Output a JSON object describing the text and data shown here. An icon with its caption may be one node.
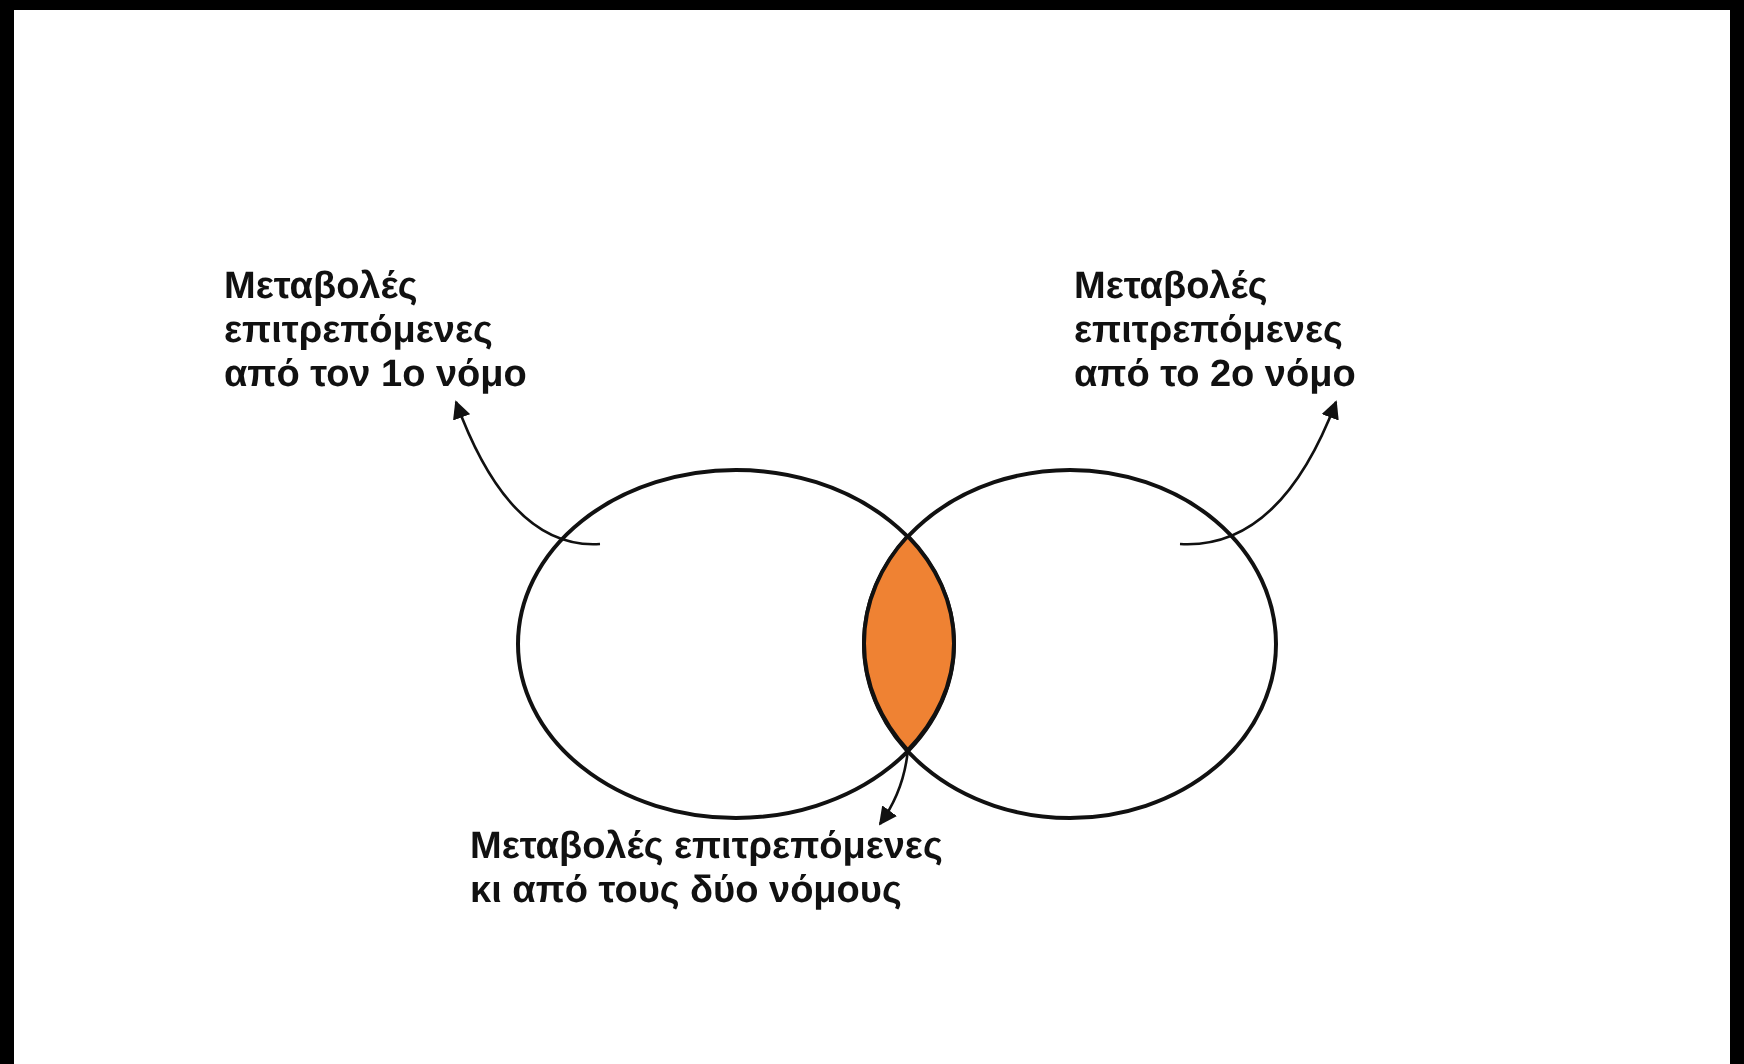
{
  "diagram": {
    "nodes": [
      {
        "text": [
          "Μεταβολές επιτρεπόμενες από τον 1ο νόμο"
        ]
      },
      {
        "text": [
          "Μεταβολές επιτρεπόμενες από το 2ο νόμο"
        ]
      },
      {
        "text": [
          "Μεταβολές επιτρεπόμενες κι από τους δύο νόμους"
        ]
      },
      {
        "text": [],
        "shape": "ellipse"
      },
      {
        "text": [],
        "shape": "ellipse"
      },
      {
        "text": [],
        "shape": "lens"
      }
    ],
    "edges": [
      {
        "from": 3,
        "to": 0,
        "arrow": "to"
      },
      {
        "from": 4,
        "to": 1,
        "arrow": "to"
      },
      {
        "from": 5,
        "to": 2,
        "arrow": "to"
      }
    ]
  }
}
